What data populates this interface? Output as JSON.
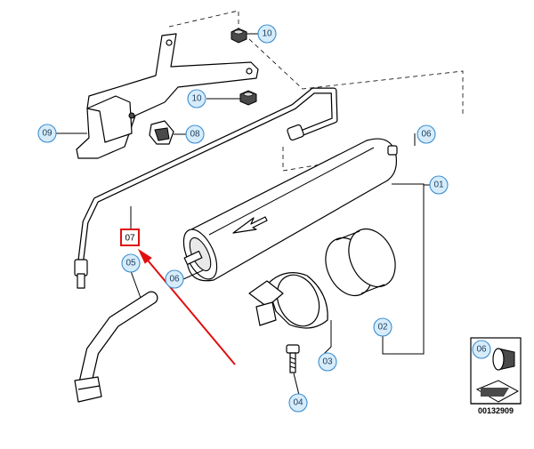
{
  "callouts": [
    {
      "id": "c10a",
      "label": "10"
    },
    {
      "id": "c10b",
      "label": "10"
    },
    {
      "id": "c09",
      "label": "09"
    },
    {
      "id": "c08",
      "label": "08"
    },
    {
      "id": "c06a",
      "label": "06"
    },
    {
      "id": "c01",
      "label": "01"
    },
    {
      "id": "c05",
      "label": "05"
    },
    {
      "id": "c06b",
      "label": "06"
    },
    {
      "id": "c02",
      "label": "02"
    },
    {
      "id": "c03",
      "label": "03"
    },
    {
      "id": "c04",
      "label": "04"
    },
    {
      "id": "c06c",
      "label": "06"
    }
  ],
  "highlight": {
    "label": "07",
    "box_color": "#e01010"
  },
  "arrow": {
    "color": "#e01010"
  },
  "inset": {
    "code": "00132909"
  },
  "colors": {
    "callout_fill": "#d7ecfb",
    "callout_stroke": "#3d8fd0",
    "accent": "#e01010"
  }
}
